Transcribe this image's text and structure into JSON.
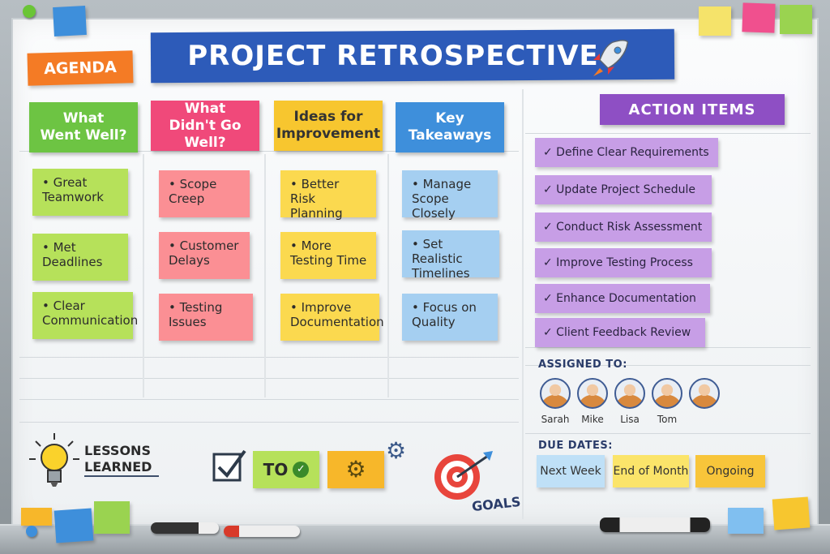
{
  "title": "PROJECT RETROSPECTIVE",
  "agenda_label": "AGENDA",
  "columns": [
    {
      "heading": "What\nWent Well?",
      "notes": [
        "• Great\n  Teamwork",
        "• Met\n  Deadlines",
        "• Clear\n  Communication"
      ]
    },
    {
      "heading": "What\nDidn't Go Well?",
      "notes": [
        "• Scope\n  Creep",
        "• Customer\n  Delays",
        "• Testing\n  Issues"
      ]
    },
    {
      "heading": "Ideas for\nImprovement",
      "notes": [
        "• Better\n  Risk Planning",
        "• More\n  Testing Time",
        "• Improve\n  Documentation"
      ]
    },
    {
      "heading": "Key\nTakeaways",
      "notes": [
        "• Manage\n  Scope Closely",
        "• Set Realistic\n  Timelines",
        "• Focus on\n  Quality"
      ]
    }
  ],
  "action_items": {
    "heading": "ACTION ITEMS",
    "items": [
      "✓ Define Clear Requirements",
      "✓ Update Project Schedule",
      "✓ Conduct Risk Assessment",
      "✓ Improve Testing Process",
      "✓ Enhance Documentation",
      "✓ Client Feedback Review"
    ]
  },
  "assigned": {
    "label": "ASSIGNED TO:",
    "people": [
      "Sarah",
      "Mike",
      "Lisa",
      "Tom",
      ""
    ]
  },
  "due": {
    "label": "DUE DATES:",
    "items": [
      "Next Week",
      "End of Month",
      "Ongoing"
    ]
  },
  "lessons_label": "LESSONS\nLEARNED",
  "todo_label": "TO",
  "goals_label": "GOALS",
  "icons": [
    "rocket-icon",
    "lightbulb-icon",
    "checkbox-icon",
    "check-circle-icon",
    "gear-icon",
    "target-icon"
  ],
  "colors": {
    "title_blue": "#2d5bb9",
    "agenda_orange": "#f47b25",
    "green": "#6dc443",
    "pink": "#f0497a",
    "yellow": "#f7c62f",
    "blue": "#3e8fdb",
    "purple": "#8e4fc4"
  }
}
